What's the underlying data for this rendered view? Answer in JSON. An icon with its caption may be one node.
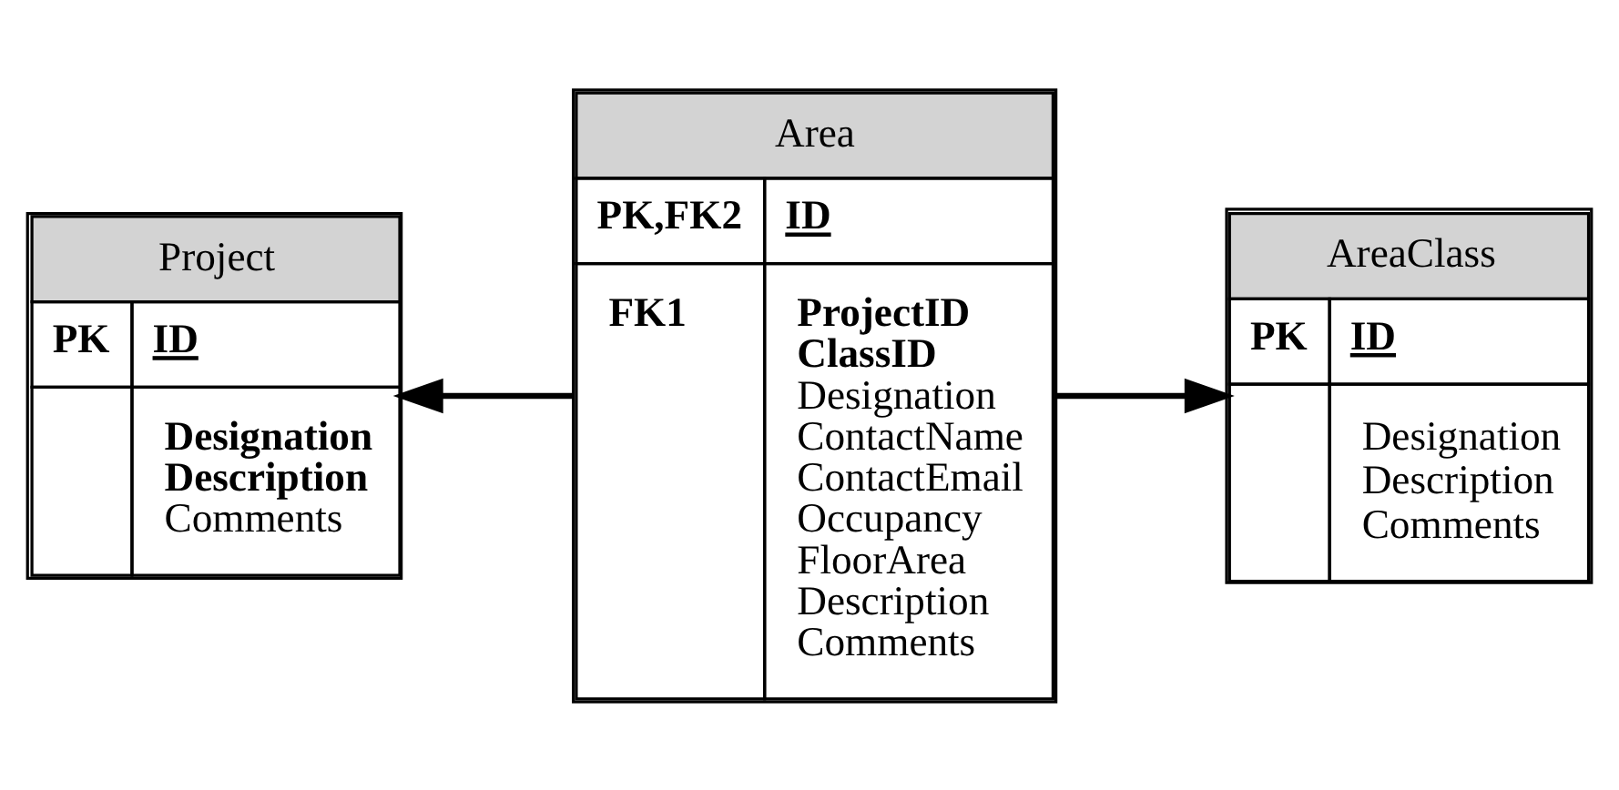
{
  "diagram": {
    "nodes": [
      {
        "text": [
          "Project",
          "PK",
          "ID",
          "Designation",
          "Description",
          "Comments"
        ]
      },
      {
        "text": [
          "Area",
          "PK,FK2",
          "ID",
          "FK1",
          "ProjectID",
          "ClassID",
          "Designation",
          "ContactName",
          "ContactEmail",
          "Occupancy",
          "FloorArea",
          "Description",
          "Comments"
        ]
      },
      {
        "text": [
          "AreaClass",
          "PK",
          "ID",
          "Designation",
          "Description",
          "Comments"
        ]
      }
    ],
    "edges": [
      {
        "from": 1,
        "to": 0,
        "arrow": "to"
      },
      {
        "from": 1,
        "to": 2,
        "arrow": "to"
      }
    ]
  }
}
